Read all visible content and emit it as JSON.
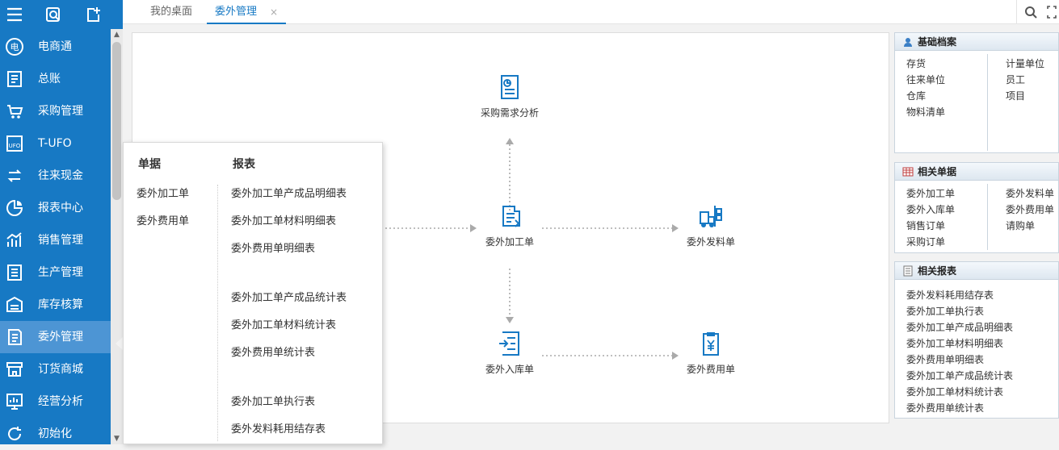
{
  "tabs": [
    {
      "label": "我的桌面"
    },
    {
      "label": "委外管理",
      "close": "×"
    }
  ],
  "sidebar": {
    "items": [
      {
        "label": "电商通",
        "icon": "ecommerce-icon"
      },
      {
        "label": "总账",
        "icon": "ledger-icon"
      },
      {
        "label": "采购管理",
        "icon": "purchase-icon"
      },
      {
        "label": "T-UFO",
        "icon": "ufo-icon"
      },
      {
        "label": "往来现金",
        "icon": "cash-flow-icon"
      },
      {
        "label": "报表中心",
        "icon": "report-center-icon"
      },
      {
        "label": "销售管理",
        "icon": "sales-icon"
      },
      {
        "label": "生产管理",
        "icon": "production-icon"
      },
      {
        "label": "库存核算",
        "icon": "inventory-icon"
      },
      {
        "label": "委外管理",
        "icon": "outsourcing-icon",
        "active": true
      },
      {
        "label": "订货商城",
        "icon": "mall-icon"
      },
      {
        "label": "经营分析",
        "icon": "analysis-icon"
      },
      {
        "label": "初始化",
        "icon": "init-icon"
      }
    ]
  },
  "flow": {
    "demand": "采购需求分析",
    "order": "委外加工单",
    "issue": "委外发料单",
    "receipt": "委外入库单",
    "expense": "委外费用单"
  },
  "dropdown": {
    "col1_title": "单据",
    "col2_title": "报表",
    "col1": [
      "委外加工单",
      "委外费用单"
    ],
    "col2": [
      "委外加工单产成品明细表",
      "委外加工单材料明细表",
      "委外费用单明细表",
      "委外加工单产成品统计表",
      "委外加工单材料统计表",
      "委外费用单统计表",
      "委外加工单执行表",
      "委外发料耗用结存表"
    ]
  },
  "panels": {
    "basic": {
      "title": "基础档案",
      "left": [
        "存货",
        "往来单位",
        "仓库",
        "物料清单"
      ],
      "right": [
        "计量单位",
        "员工",
        "项目"
      ]
    },
    "docs": {
      "title": "相关单据",
      "left": [
        "委外加工单",
        "委外入库单",
        "销售订单",
        "采购订单"
      ],
      "right": [
        "委外发料单",
        "委外费用单",
        "请购单"
      ]
    },
    "reports": {
      "title": "相关报表",
      "items": [
        "委外发料耗用结存表",
        "委外加工单执行表",
        "委外加工单产成品明细表",
        "委外加工单材料明细表",
        "委外费用单明细表",
        "委外加工单产成品统计表",
        "委外加工单材料统计表",
        "委外费用单统计表"
      ]
    }
  },
  "colors": {
    "sidebar": "#1779c4",
    "active": "#4d95d4",
    "accent": "#1779c4"
  }
}
